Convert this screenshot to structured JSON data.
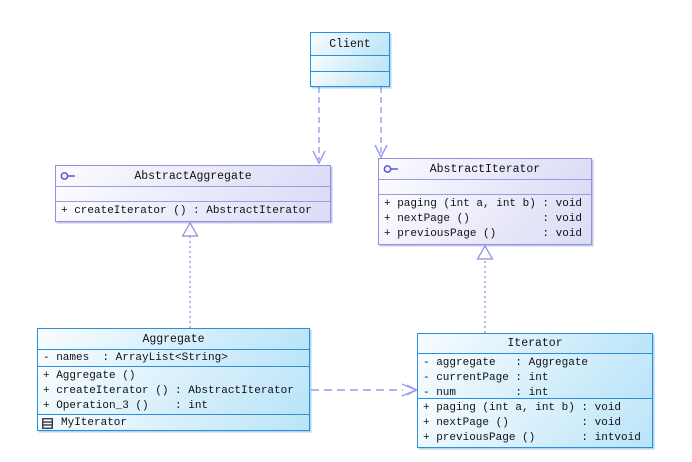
{
  "diagram": {
    "kind": "uml-class-diagram",
    "relationships": [
      {
        "from": "Client",
        "to": "AbstractAggregate",
        "type": "dependency"
      },
      {
        "from": "Client",
        "to": "AbstractIterator",
        "type": "dependency"
      },
      {
        "from": "Aggregate",
        "to": "AbstractAggregate",
        "type": "realization"
      },
      {
        "from": "Iterator",
        "to": "AbstractIterator",
        "type": "realization"
      },
      {
        "from": "Aggregate",
        "to": "Iterator",
        "type": "dependency"
      }
    ]
  },
  "colors": {
    "blue_border": "#2b90d9",
    "blue_fill_light": "#f8fdff",
    "blue_fill_dark": "#b9e4f8",
    "purple_border": "#9191dc",
    "purple_fill_light": "#fcfcff",
    "purple_fill_dark": "#dbdbf6",
    "dependency_arrow": "#9a9af0",
    "realization_arrow": "#8c8ce0",
    "text": "#111111"
  },
  "classes": {
    "client": {
      "title": "Client"
    },
    "abstract_aggregate": {
      "title": "AbstractAggregate",
      "icon": "interface-lollipop",
      "operations": [
        "+ createIterator () : AbstractIterator"
      ]
    },
    "abstract_iterator": {
      "title": "AbstractIterator",
      "icon": "interface-lollipop",
      "operations": [
        "+ paging (int a, int b) : void",
        "+ nextPage ()           : void",
        "+ previousPage ()       : void"
      ]
    },
    "aggregate": {
      "title": "Aggregate",
      "attributes": [
        "- names  : ArrayList<String>"
      ],
      "operations": [
        "+ Aggregate ()",
        "+ createIterator () : AbstractIterator",
        "+ Operation_3 ()    : int"
      ],
      "nested": [
        "MyIterator"
      ]
    },
    "iterator": {
      "title": "Iterator",
      "attributes": [
        "- aggregate   : Aggregate",
        "- currentPage : int",
        "- num         : int"
      ],
      "operations": [
        "+ paging (int a, int b) : void",
        "+ nextPage ()           : void",
        "+ previousPage ()       : intvoid"
      ]
    }
  }
}
